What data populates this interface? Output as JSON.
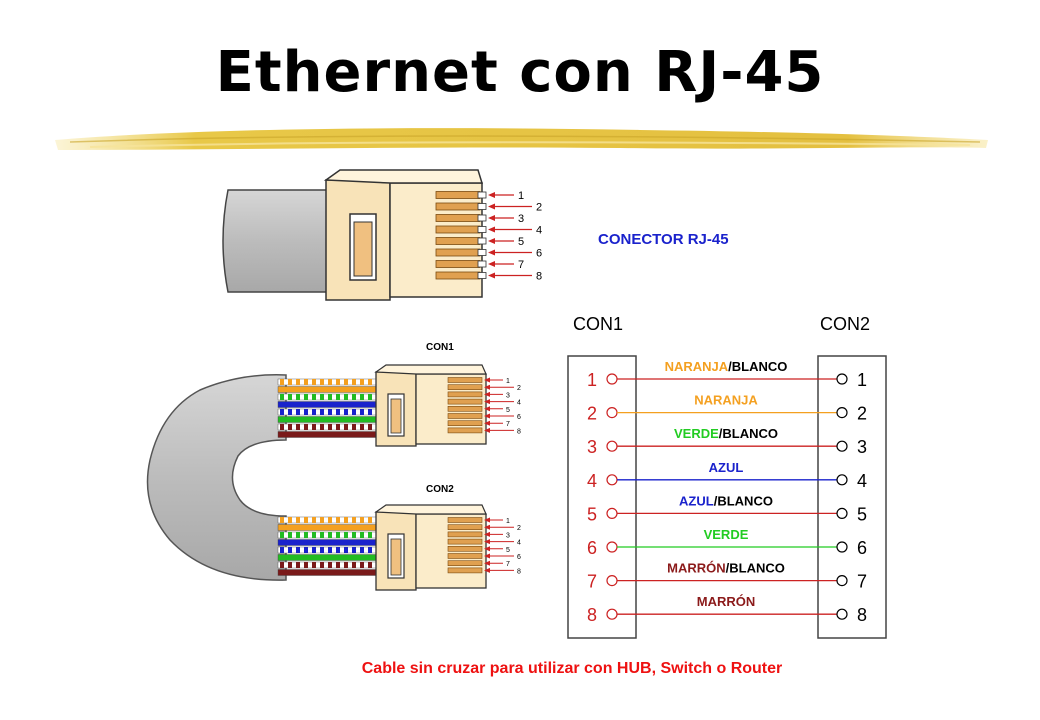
{
  "title": "Ethernet con RJ-45",
  "connector_label": "CONECTOR RJ-45",
  "connector_pins": [
    "1",
    "2",
    "3",
    "4",
    "5",
    "6",
    "7",
    "8"
  ],
  "cable_labels": {
    "top": "CON1",
    "bottom": "CON2"
  },
  "cable_pins": [
    "1",
    "2",
    "3",
    "4",
    "5",
    "6",
    "7",
    "8"
  ],
  "table": {
    "con1_header": "CON1",
    "con2_header": "CON2",
    "rows": [
      {
        "pin": "1",
        "parts": [
          {
            "text": "NARANJA",
            "color": "#f4a020"
          },
          {
            "text": "/",
            "color": "#000000"
          },
          {
            "text": "BLANCO",
            "color": "#000000"
          }
        ],
        "line_color": "#cc2222"
      },
      {
        "pin": "2",
        "parts": [
          {
            "text": "NARANJA",
            "color": "#f4a020"
          }
        ],
        "line_color": "#f4a020"
      },
      {
        "pin": "3",
        "parts": [
          {
            "text": "VERDE",
            "color": "#22cc22"
          },
          {
            "text": "/",
            "color": "#000000"
          },
          {
            "text": "BLANCO",
            "color": "#000000"
          }
        ],
        "line_color": "#cc2222"
      },
      {
        "pin": "4",
        "parts": [
          {
            "text": "AZUL",
            "color": "#1a22cc"
          }
        ],
        "line_color": "#1a22cc"
      },
      {
        "pin": "5",
        "parts": [
          {
            "text": "AZUL",
            "color": "#1a22cc"
          },
          {
            "text": "/",
            "color": "#000000"
          },
          {
            "text": "BLANCO",
            "color": "#000000"
          }
        ],
        "line_color": "#cc2222"
      },
      {
        "pin": "6",
        "parts": [
          {
            "text": "VERDE",
            "color": "#22cc22"
          }
        ],
        "line_color": "#22cc22"
      },
      {
        "pin": "7",
        "parts": [
          {
            "text": "MARRÓN",
            "color": "#8b1a1a"
          },
          {
            "text": "/",
            "color": "#000000"
          },
          {
            "text": "BLANCO",
            "color": "#000000"
          }
        ],
        "line_color": "#cc2222"
      },
      {
        "pin": "8",
        "parts": [
          {
            "text": "MARRÓN",
            "color": "#8b1a1a"
          }
        ],
        "line_color": "#cc2222"
      }
    ]
  },
  "footer": "Cable sin cruzar para utilizar con HUB, Switch o Router",
  "colors": {
    "pin_red": "#cc2222",
    "connector_label_blue": "#1a22cc",
    "footer_red": "#ee1111",
    "plug_fill": "#fbeac8",
    "contact_gold": "#e0a050",
    "cable_gray": "#bdbdbd",
    "underline_yellow": "#e8c848"
  }
}
